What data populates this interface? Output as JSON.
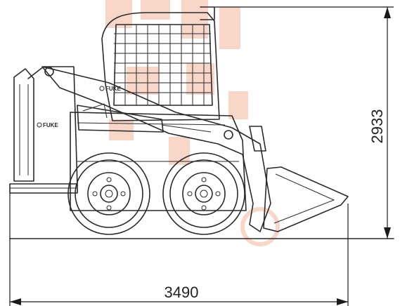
{
  "drawing": {
    "brand_front": "FUKE",
    "brand_arm": "FUKE",
    "dimension_length": "3490",
    "dimension_height": "2933"
  },
  "colors": {
    "line": "#2a2a2a",
    "watermark": "#f3b49b",
    "background": "#ffffff"
  }
}
